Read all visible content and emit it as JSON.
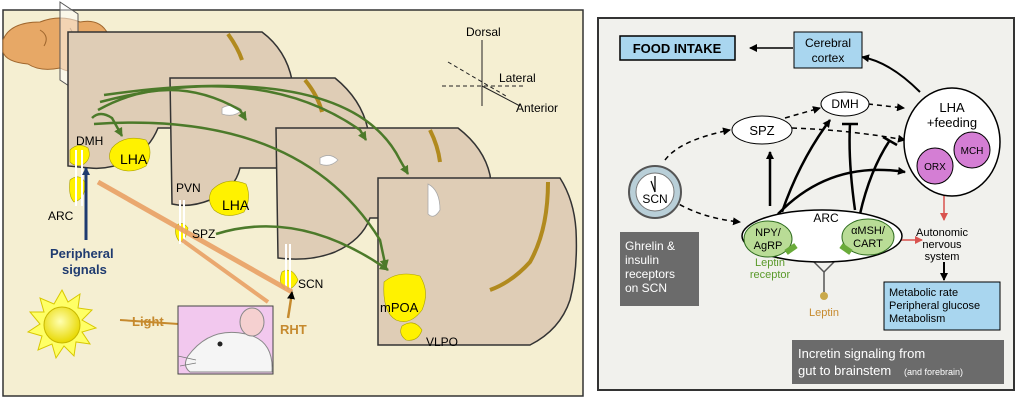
{
  "colors": {
    "left_panel_bg": "#f5efd2",
    "right_panel_bg": "#f1f1ed",
    "slice_fill": "#dfcdb6",
    "nucleus_yellow": "#fff200",
    "green_arrow": "#4c7a2a",
    "orange_path": "#e9a064",
    "blue_box": "#a9d6ef",
    "dark_box": "#6b6b6b",
    "green_node": "#b9dc96",
    "pink_node": "#d47ed4",
    "light_label": "#c68a2e",
    "receptor_text": "#5a9a2a",
    "navy": "#1f3b70"
  },
  "left": {
    "axes": {
      "dorsal": "Dorsal",
      "lateral": "Lateral",
      "anterior": "Anterior"
    },
    "labels": {
      "dmh": "DMH",
      "lha1": "LHA",
      "arc": "ARC",
      "pvn": "PVN",
      "lha2": "LHA",
      "spz": "SPZ",
      "scn": "SCN",
      "mpoa": "mPOA",
      "vlpo": "VLPO",
      "peripheral_1": "Peripheral",
      "peripheral_2": "signals",
      "light": "Light",
      "rht": "RHT"
    }
  },
  "right": {
    "food_intake": "FOOD INTAKE",
    "cerebral_1": "Cerebral",
    "cerebral_2": "cortex",
    "dmh": "DMH",
    "spz": "SPZ",
    "lha_1": "LHA",
    "lha_2": "+feeding",
    "mch": "MCH",
    "orx": "ORX",
    "scn": "SCN",
    "arc": "ARC",
    "npy_1": "NPY/",
    "npy_2": "AgRP",
    "amsh_1": "αMSH/",
    "amsh_2": "CART",
    "leptin_receptor_1": "Leptin",
    "leptin_receptor_2": "receptor",
    "leptin": "Leptin",
    "autonomic": [
      "Autonomic",
      "nervous",
      "system"
    ],
    "ghrelin": [
      "Ghrelin &",
      "insulin",
      "receptors",
      "on SCN"
    ],
    "metabolic": [
      "Metabolic rate",
      "Peripheral glucose",
      "Metabolism"
    ],
    "incretin_1": "Incretin signaling from",
    "incretin_2": "gut to brainstem",
    "incretin_3": "(and forebrain)"
  }
}
